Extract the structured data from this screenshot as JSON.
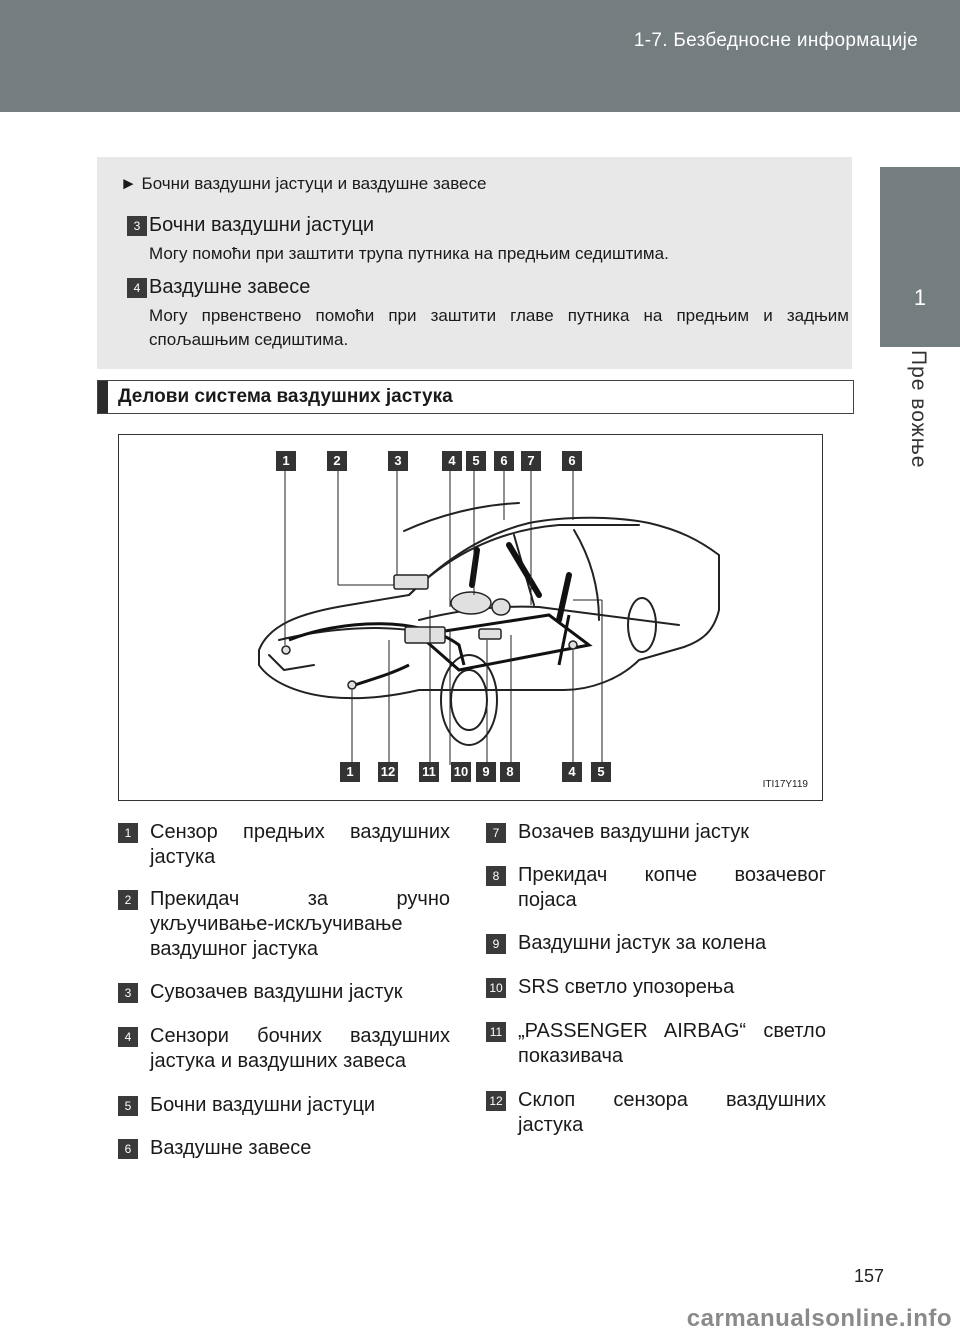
{
  "header": {
    "title": "1-7. Безбедносне информације"
  },
  "side_tab": {
    "number": "1",
    "label": "Пре вожње"
  },
  "gray_box": {
    "bullet": "► Бочни ваздушни јастуци и ваздушне завесе",
    "items": [
      {
        "num": "3",
        "title": "Бочни ваздушни јастуци",
        "desc": "Могу помоћи при заштити трупа путника на предњим седиштима."
      },
      {
        "num": "4",
        "title": "Ваздушне завесе",
        "desc": "Могу првенствено помоћи при заштити главе путника на предњим и задњим спољашњим седиштима."
      }
    ]
  },
  "section": {
    "title": "Делови система ваздушних јастука"
  },
  "diagram": {
    "top_labels": [
      "1",
      "2",
      "3",
      "4",
      "5",
      "6",
      "7",
      "6"
    ],
    "bottom_labels": [
      "1",
      "12",
      "11",
      "10",
      "9",
      "8",
      "4",
      "5"
    ],
    "figure_code": "ITI17Y119"
  },
  "legend": {
    "left": [
      {
        "num": "1",
        "text": "Сензор предњих ваздушних јастука"
      },
      {
        "num": "2",
        "text": "Прекидач за ручно укључивање-искључивање ваздушног јастука"
      },
      {
        "num": "3",
        "text": "Сувозачев ваздушни јастук"
      },
      {
        "num": "4",
        "text": "Сензори бочних ваздушних јастука и ваздушних завеса"
      },
      {
        "num": "5",
        "text": "Бочни ваздушни јастуци"
      },
      {
        "num": "6",
        "text": "Ваздушне завесе"
      }
    ],
    "right": [
      {
        "num": "7",
        "text": "Возачев ваздушни јастук"
      },
      {
        "num": "8",
        "text": "Прекидач копче возачевог појаса"
      },
      {
        "num": "9",
        "text": "Ваздушни јастук за колена"
      },
      {
        "num": "10",
        "text": "SRS светло упозорења"
      },
      {
        "num": "11",
        "text": "„PASSENGER AIRBAG“ светло показивача"
      },
      {
        "num": "12",
        "text": "Склоп сензора ваздушних јастука"
      }
    ]
  },
  "page_number": "157",
  "footer": {
    "watermark": "carmanualsonline.info"
  }
}
